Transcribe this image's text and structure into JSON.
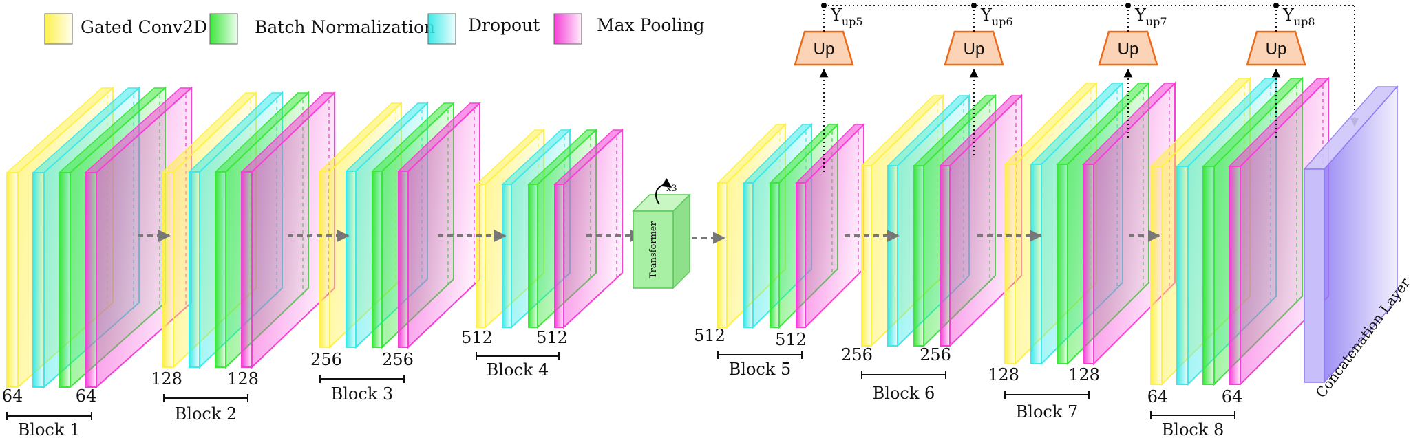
{
  "colors": {
    "gated_conv2d": "#fff14a",
    "batch_normalization": "#3ce63c",
    "dropout": "#3fe9e9",
    "max_pooling": "#f53fd6",
    "up_fill": "#fbd3b6",
    "up_stroke": "#ec6a1c",
    "transformer": "#a8f0a4",
    "concat": "#8d7cf2"
  },
  "legend": [
    {
      "label": "Gated Conv2D",
      "color_key": "gated_conv2d"
    },
    {
      "label": "Batch Normalization",
      "color_key": "batch_normalization"
    },
    {
      "label": "Dropout",
      "color_key": "dropout"
    },
    {
      "label": "Max Pooling",
      "color_key": "max_pooling"
    }
  ],
  "blocks": [
    {
      "name": "Block 1",
      "left_value": "64",
      "right_value": "64"
    },
    {
      "name": "Block 2",
      "left_value": "128",
      "right_value": "128"
    },
    {
      "name": "Block 3",
      "left_value": "256",
      "right_value": "256"
    },
    {
      "name": "Block 4",
      "left_value": "512",
      "right_value": "512"
    },
    {
      "name": "Block 5",
      "left_value": "512",
      "right_value": "512"
    },
    {
      "name": "Block 6",
      "left_value": "256",
      "right_value": "256"
    },
    {
      "name": "Block 7",
      "left_value": "128",
      "right_value": "128"
    },
    {
      "name": "Block 8",
      "left_value": "64",
      "right_value": "64"
    }
  ],
  "transformer": {
    "label": "Transformer",
    "repeat": "x3"
  },
  "up_blocks": [
    {
      "label": "Up",
      "output_main": "Y",
      "output_sub": "up5"
    },
    {
      "label": "Up",
      "output_main": "Y",
      "output_sub": "up6"
    },
    {
      "label": "Up",
      "output_main": "Y",
      "output_sub": "up7"
    },
    {
      "label": "Up",
      "output_main": "Y",
      "output_sub": "up8"
    }
  ],
  "concat_label": "Concatenation Layer"
}
